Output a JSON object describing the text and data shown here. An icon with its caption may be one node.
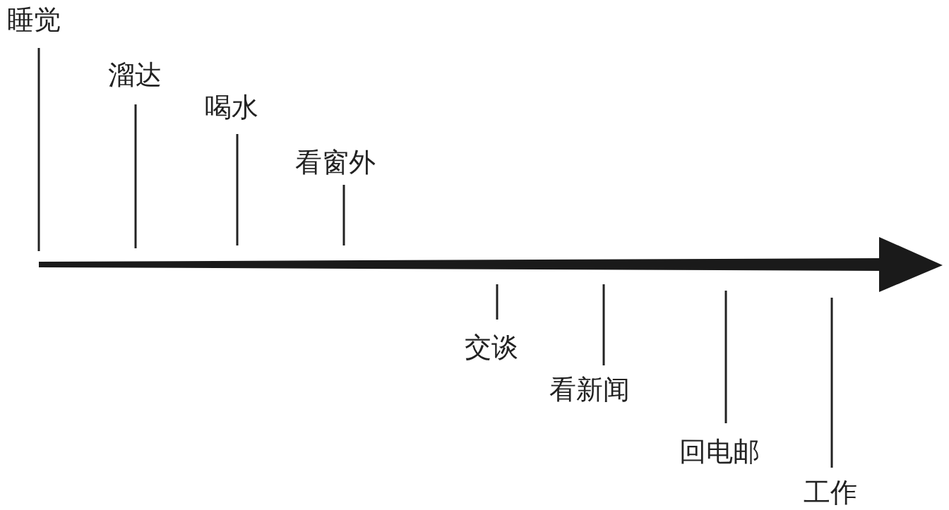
{
  "diagram": {
    "labels": [
      "睡觉",
      "溜达",
      "喝水",
      "看窗外",
      "交谈",
      "看新闻",
      "回电邮",
      "工作"
    ]
  }
}
